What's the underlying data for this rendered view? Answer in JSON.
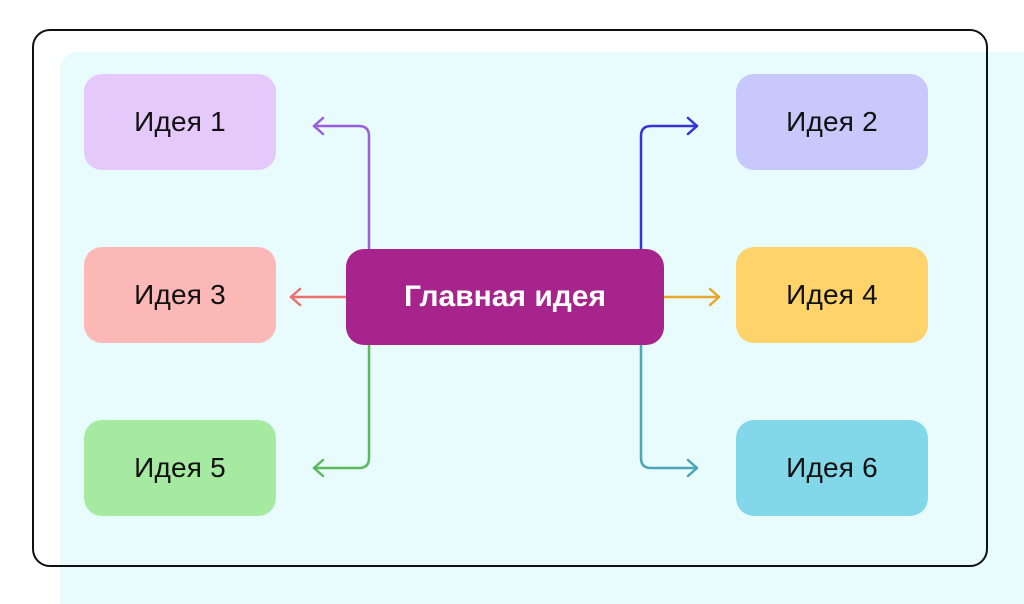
{
  "central": {
    "label": "Главная идея",
    "color": "#a6248b"
  },
  "ideas": [
    {
      "label": "Идея 1",
      "fill": "#e6c9fb",
      "arrow_color": "#9a5de0"
    },
    {
      "label": "Идея 2",
      "fill": "#c9c8fd",
      "arrow_color": "#3434d8"
    },
    {
      "label": "Идея 3",
      "fill": "#fdb8b8",
      "arrow_color": "#f06e6e"
    },
    {
      "label": "Идея 4",
      "fill": "#fed36a",
      "arrow_color": "#e8a62a"
    },
    {
      "label": "Идея 5",
      "fill": "#a6e9a0",
      "arrow_color": "#5cb85c"
    },
    {
      "label": "Идея 6",
      "fill": "#82d7e8",
      "arrow_color": "#4aa6b8"
    }
  ],
  "colors": {
    "canvas_bg": "#e8fbfd",
    "frame_border": "#111111"
  }
}
